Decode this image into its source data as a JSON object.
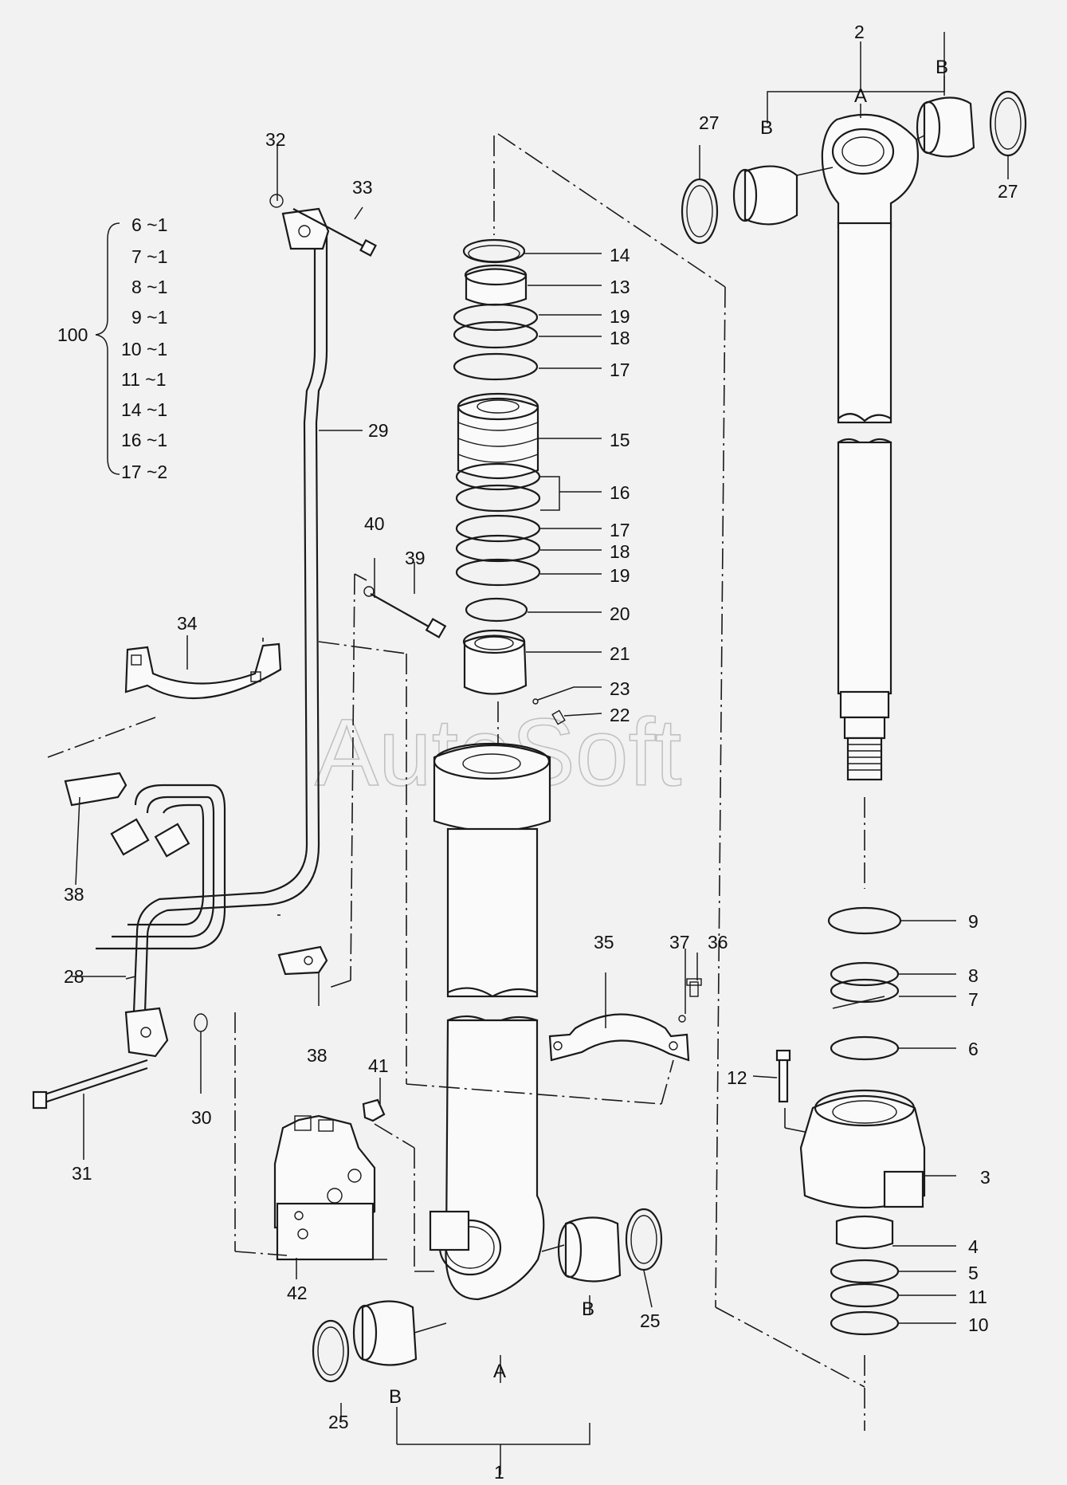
{
  "watermark": "AutoSoft",
  "kit": {
    "label": "100",
    "items": [
      "6 ~1",
      "7 ~1",
      "8 ~1",
      "9 ~1",
      "10 ~1",
      "11 ~1",
      "14 ~1",
      "16 ~1",
      "17 ~2"
    ]
  },
  "callouts": {
    "c1": "1",
    "c2": "2",
    "c3": "3",
    "c4": "4",
    "c5": "5",
    "c6": "6",
    "c7": "7",
    "c8": "8",
    "c9": "9",
    "c10": "10",
    "c11": "11",
    "c12": "12",
    "c13": "13",
    "c14": "14",
    "c15": "15",
    "c16": "16",
    "c17a": "17",
    "c17b": "17",
    "c18a": "18",
    "c18b": "18",
    "c19a": "19",
    "c19b": "19",
    "c20": "20",
    "c21": "21",
    "c22": "22",
    "c23": "23",
    "c25a": "25",
    "c25b": "25",
    "c27a": "27",
    "c27b": "27",
    "c28": "28",
    "c29": "29",
    "c30": "30",
    "c31": "31",
    "c32": "32",
    "c33": "33",
    "c34": "34",
    "c35": "35",
    "c36": "36",
    "c37": "37",
    "c38a": "38",
    "c38b": "38",
    "c39": "39",
    "c40": "40",
    "c41": "41",
    "c42": "42"
  },
  "refs": {
    "a_top": "A",
    "b_top_left": "B",
    "b_top_right": "B",
    "a_bottom": "A",
    "b_bottom_left": "B",
    "b_bottom_right": "B"
  }
}
